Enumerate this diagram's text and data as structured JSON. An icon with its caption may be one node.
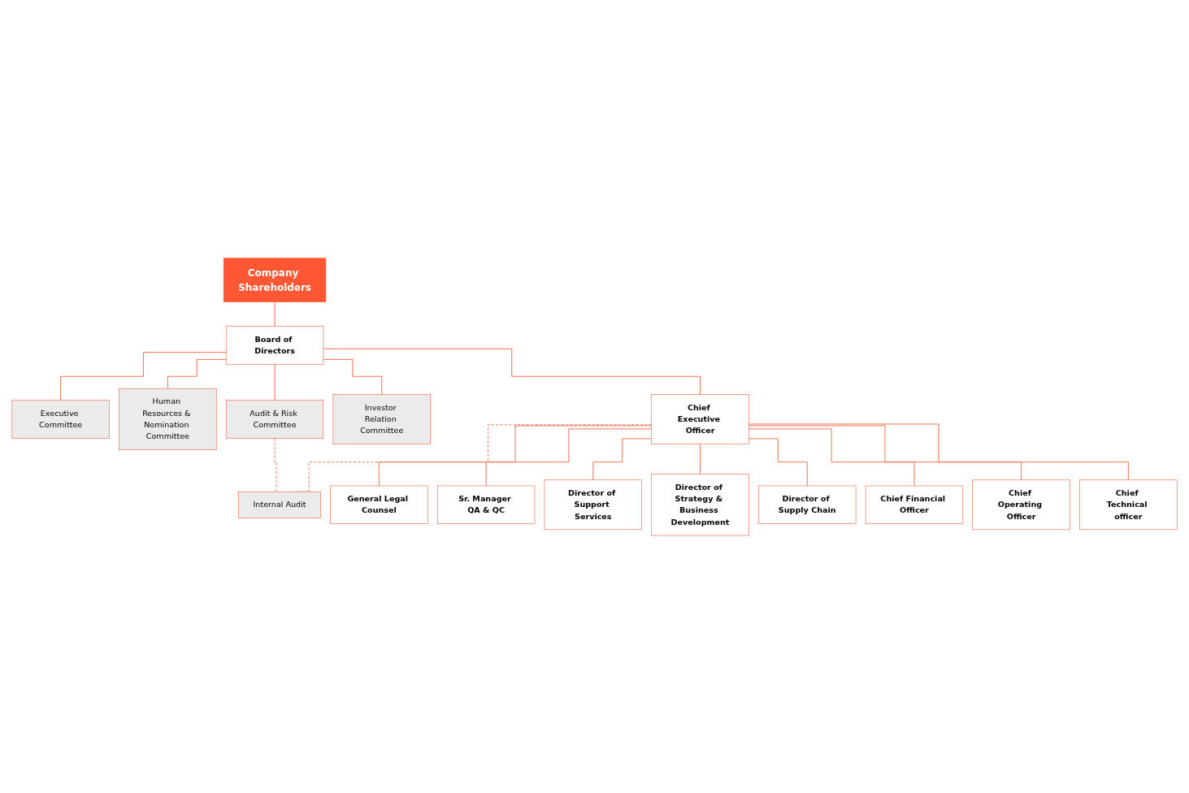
{
  "diagram": {
    "nodes": [
      {
        "text": [
          "Company Shareholders"
        ]
      },
      {
        "text": [
          "Board of Directors"
        ]
      },
      {
        "text": [
          "Executive Committee"
        ]
      },
      {
        "text": [
          "Human Resources & Nomination Committee"
        ]
      },
      {
        "text": [
          "Audit & Risk Committee"
        ]
      },
      {
        "text": [
          "Investor Relation Committee"
        ]
      },
      {
        "text": [
          "Chief Executive Officer"
        ]
      },
      {
        "text": [
          "Internal Audit"
        ]
      },
      {
        "text": [
          "General Legal Counsel"
        ]
      },
      {
        "text": [
          "Sr. Manager QA & QC"
        ]
      },
      {
        "text": [
          "Director of Support Services"
        ]
      },
      {
        "text": [
          "Director of Strategy & Business Development"
        ]
      },
      {
        "text": [
          "Director of Supply Chain"
        ]
      },
      {
        "text": [
          "Chief Financial Officer"
        ]
      },
      {
        "text": [
          "Chief Operating Officer"
        ]
      },
      {
        "text": [
          "Chief Technical officer"
        ]
      }
    ],
    "edges": [
      {
        "from": 0,
        "to": 1,
        "arrow": "none"
      },
      {
        "from": 1,
        "to": 2,
        "arrow": "none"
      },
      {
        "from": 1,
        "to": 3,
        "arrow": "none"
      },
      {
        "from": 1,
        "to": 4,
        "arrow": "none"
      },
      {
        "from": 1,
        "to": 5,
        "arrow": "none"
      },
      {
        "from": 1,
        "to": 6,
        "arrow": "none"
      },
      {
        "from": 4,
        "to": 7,
        "arrow": "none",
        "style": "dashed"
      },
      {
        "from": 6,
        "to": 7,
        "arrow": "none",
        "style": "dashed"
      },
      {
        "from": 6,
        "to": 8,
        "arrow": "none"
      },
      {
        "from": 6,
        "to": 9,
        "arrow": "none"
      },
      {
        "from": 6,
        "to": 10,
        "arrow": "none"
      },
      {
        "from": 6,
        "to": 11,
        "arrow": "none"
      },
      {
        "from": 6,
        "to": 12,
        "arrow": "none"
      },
      {
        "from": 6,
        "to": 13,
        "arrow": "none"
      },
      {
        "from": 6,
        "to": 14,
        "arrow": "none"
      },
      {
        "from": 6,
        "to": 15,
        "arrow": "none"
      }
    ]
  }
}
